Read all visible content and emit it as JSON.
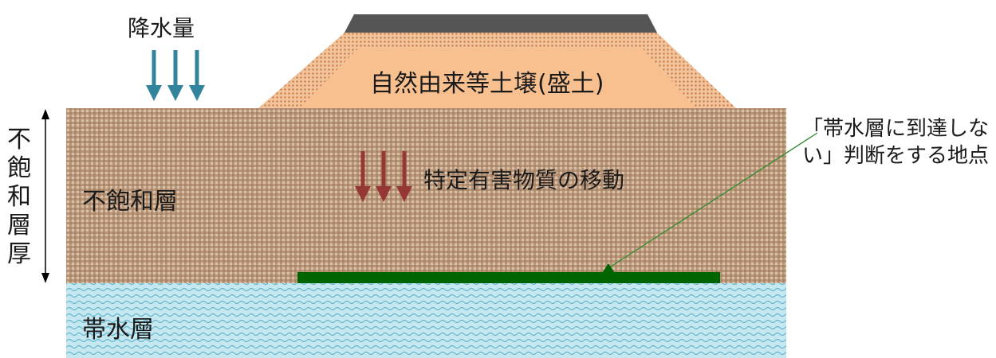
{
  "labels": {
    "precipitation": "降水量",
    "embankment": "自然由来等土壌(盛土)",
    "unsaturated_layer": "不飽和層",
    "unsaturated_thickness": "不飽和層厚",
    "aquifer": "帯水層",
    "migration": "特定有害物質の移動",
    "judgment_point": "「帯水層に到達しない」判断をする地点"
  },
  "colors": {
    "soil": "#b89677",
    "soil_pattern": "#d8c1a8",
    "aquifer": "#c5e7ef",
    "aquifer_wave": "#5fb7d0",
    "embankment_core": "#f8bf8f",
    "embankment_edge": "#d9915c",
    "pavement": "#555555",
    "rain_arrows": "#31849b",
    "migration_arrows": "#953735",
    "judgment_line": "#006400"
  },
  "icons": {
    "rain": "arrow-down-icon",
    "migration": "arrow-down-icon",
    "thickness": "double-arrow-vertical-icon"
  }
}
